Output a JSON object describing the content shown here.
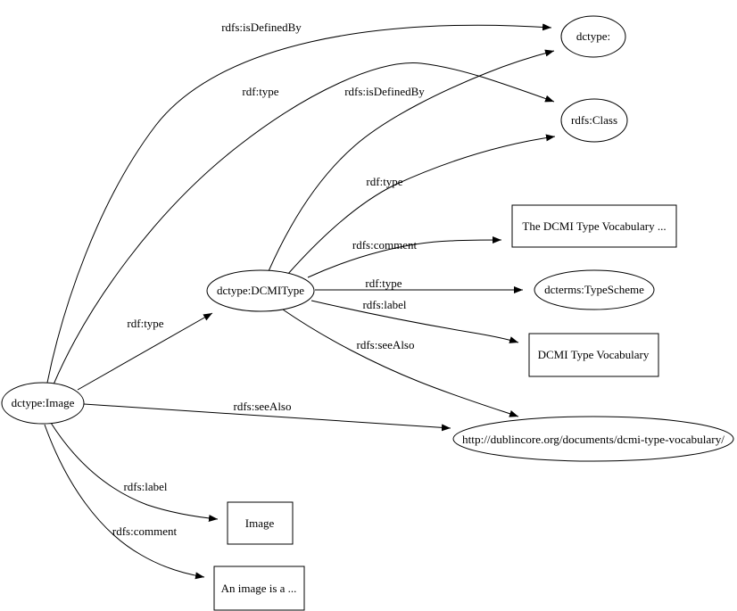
{
  "diagram": {
    "type": "rdf-graph",
    "background_color": "#ffffff",
    "line_color": "#000000",
    "text_color": "#000000",
    "nodes": [
      {
        "id": "dctype",
        "shape": "ellipse",
        "label": "dctype:"
      },
      {
        "id": "rdfs-class",
        "shape": "ellipse",
        "label": "rdfs:Class"
      },
      {
        "id": "dcmi-comment",
        "shape": "rect",
        "label": "The DCMI Type Vocabulary ..."
      },
      {
        "id": "dcterms-typescheme",
        "shape": "ellipse",
        "label": "dcterms:TypeScheme"
      },
      {
        "id": "dcmi-label",
        "shape": "rect",
        "label": "DCMI Type Vocabulary"
      },
      {
        "id": "dcmi-url",
        "shape": "ellipse",
        "label": "http://dublincore.org/documents/dcmi-type-vocabulary/"
      },
      {
        "id": "dcmitype",
        "shape": "ellipse",
        "label": "dctype:DCMIType"
      },
      {
        "id": "image",
        "shape": "ellipse",
        "label": "dctype:Image"
      },
      {
        "id": "image-label",
        "shape": "rect",
        "label": "Image"
      },
      {
        "id": "image-comment",
        "shape": "rect",
        "label": "An image is a ..."
      }
    ],
    "edges": [
      {
        "from": "dctype:Image",
        "to": "dctype:",
        "label": "rdfs:isDefinedBy"
      },
      {
        "from": "dctype:Image",
        "to": "rdfs:Class",
        "label": "rdf:type"
      },
      {
        "from": "dctype:DCMIType",
        "to": "dctype:",
        "label": "rdfs:isDefinedBy"
      },
      {
        "from": "dctype:DCMIType",
        "to": "rdfs:Class",
        "label": "rdf:type"
      },
      {
        "from": "dctype:DCMIType",
        "to": "The DCMI Type Vocabulary ...",
        "label": "rdfs:comment"
      },
      {
        "from": "dctype:DCMIType",
        "to": "dcterms:TypeScheme",
        "label": "rdf:type"
      },
      {
        "from": "dctype:DCMIType",
        "to": "DCMI Type Vocabulary",
        "label": "rdfs:label"
      },
      {
        "from": "dctype:DCMIType",
        "to": "http://dublincore.org/documents/dcmi-type-vocabulary/",
        "label": "rdfs:seeAlso"
      },
      {
        "from": "dctype:Image",
        "to": "dctype:DCMIType",
        "label": "rdf:type"
      },
      {
        "from": "dctype:Image",
        "to": "http://dublincore.org/documents/dcmi-type-vocabulary/",
        "label": "rdfs:seeAlso"
      },
      {
        "from": "dctype:Image",
        "to": "Image",
        "label": "rdfs:label"
      },
      {
        "from": "dctype:Image",
        "to": "An image is a ...",
        "label": "rdfs:comment"
      }
    ]
  }
}
